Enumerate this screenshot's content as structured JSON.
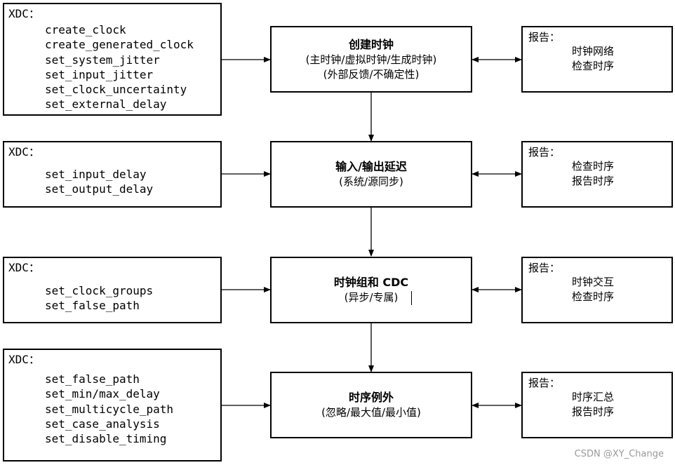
{
  "rows": [
    {
      "xdc_label": "XDC：",
      "commands": [
        "create_clock",
        "create_generated_clock",
        "set_system_jitter",
        "set_input_jitter",
        "set_clock_uncertainty",
        "set_external_delay"
      ],
      "stage_title": "创建时钟",
      "stage_lines": [
        "(主时钟/虚拟时钟/生成时钟)",
        "(外部反馈/不确定性)"
      ],
      "report_label": "报告：",
      "report_items": [
        "时钟网络",
        "检查时序"
      ]
    },
    {
      "xdc_label": "XDC：",
      "commands": [
        "set_input_delay",
        "set_output_delay"
      ],
      "stage_title": "输入/输出延迟",
      "stage_lines": [
        "(系统/源同步)"
      ],
      "report_label": "报告：",
      "report_items": [
        "检查时序",
        "报告时序"
      ]
    },
    {
      "xdc_label": "XDC：",
      "commands": [
        "set_clock_groups",
        "set_false_path"
      ],
      "stage_title": "时钟组和 CDC",
      "stage_lines": [
        "(异步/专属)"
      ],
      "report_label": "报告：",
      "report_items": [
        "时钟交互",
        "检查时序"
      ]
    },
    {
      "xdc_label": "XDC：",
      "commands": [
        "set_false_path",
        "set_min/max_delay",
        "set_multicycle_path",
        "set_case_analysis",
        "set_disable_timing"
      ],
      "stage_title": "时序例外",
      "stage_lines": [
        "(忽略/最大值/最小值)"
      ],
      "report_label": "报告：",
      "report_items": [
        "时序汇总",
        "报告时序"
      ]
    }
  ],
  "watermark": "CSDN @XY_Change"
}
